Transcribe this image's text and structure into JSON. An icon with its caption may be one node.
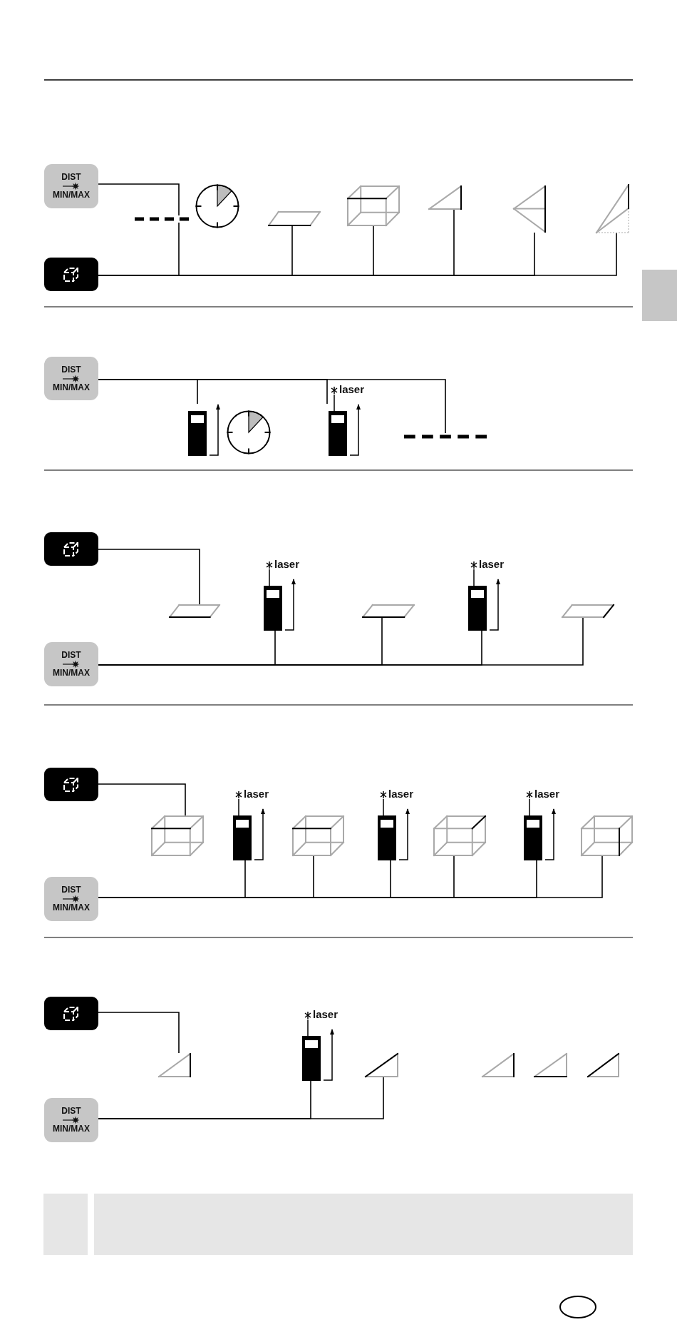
{
  "diagram": {
    "nodes": [
      {
        "text": [
          "DIST",
          "MIN/MAX"
        ]
      },
      {
        "text": [],
        "shape": "line"
      },
      {
        "text": [],
        "shape": "clock"
      },
      {
        "text": [],
        "shape": "parallelogram"
      },
      {
        "text": [],
        "shape": "cube"
      },
      {
        "text": [],
        "shape": "triangle"
      },
      {
        "text": [],
        "shape": "triangle"
      },
      {
        "text": [],
        "shape": "triangle"
      },
      {
        "text": [],
        "shape": "button"
      },
      {
        "text": [
          "DIST",
          "MIN/MAX"
        ]
      },
      {
        "text": [],
        "shape": "device"
      },
      {
        "text": [],
        "shape": "clock"
      },
      {
        "text": [],
        "shape": "device",
        "beside": [
          "laser"
        ]
      },
      {
        "text": [],
        "shape": "line"
      },
      {
        "text": [],
        "shape": "button"
      },
      {
        "text": [],
        "shape": "parallelogram"
      },
      {
        "text": [],
        "shape": "device",
        "beside": [
          "laser"
        ]
      },
      {
        "text": [],
        "shape": "parallelogram"
      },
      {
        "text": [],
        "shape": "device",
        "beside": [
          "laser"
        ]
      },
      {
        "text": [],
        "shape": "parallelogram"
      },
      {
        "text": [
          "DIST",
          "MIN/MAX"
        ]
      },
      {
        "text": [],
        "shape": "button"
      },
      {
        "text": [],
        "shape": "cube"
      },
      {
        "text": [],
        "shape": "device",
        "beside": [
          "laser"
        ]
      },
      {
        "text": [],
        "shape": "cube"
      },
      {
        "text": [],
        "shape": "device",
        "beside": [
          "laser"
        ]
      },
      {
        "text": [],
        "shape": "cube"
      },
      {
        "text": [],
        "shape": "device",
        "beside": [
          "laser"
        ]
      },
      {
        "text": [],
        "shape": "cube"
      },
      {
        "text": [
          "DIST",
          "MIN/MAX"
        ]
      },
      {
        "text": [],
        "shape": "button"
      },
      {
        "text": [],
        "shape": "triangle"
      },
      {
        "text": [],
        "shape": "device",
        "beside": [
          "laser"
        ]
      },
      {
        "text": [],
        "shape": "triangle"
      },
      {
        "text": [],
        "shape": "triangle"
      },
      {
        "text": [],
        "shape": "triangle"
      },
      {
        "text": [],
        "shape": "triangle"
      },
      {
        "text": [
          "DIST",
          "MIN/MAX"
        ]
      }
    ],
    "edges": [
      {
        "from": 0,
        "to": 1,
        "arrow": "none"
      },
      {
        "from": 8,
        "to": 1,
        "arrow": "none"
      },
      {
        "from": 8,
        "to": 3,
        "arrow": "none"
      },
      {
        "from": 8,
        "to": 4,
        "arrow": "none"
      },
      {
        "from": 8,
        "to": 5,
        "arrow": "none"
      },
      {
        "from": 8,
        "to": 6,
        "arrow": "none"
      },
      {
        "from": 8,
        "to": 7,
        "arrow": "none"
      },
      {
        "from": 9,
        "to": 10,
        "arrow": "none"
      },
      {
        "from": 9,
        "to": 12,
        "arrow": "none"
      },
      {
        "from": 9,
        "to": 13,
        "arrow": "none"
      },
      {
        "from": 14,
        "to": 15,
        "arrow": "none"
      },
      {
        "from": 20,
        "to": 16,
        "arrow": "none"
      },
      {
        "from": 20,
        "to": 17,
        "arrow": "none"
      },
      {
        "from": 20,
        "to": 18,
        "arrow": "none"
      },
      {
        "from": 20,
        "to": 19,
        "arrow": "none"
      },
      {
        "from": 21,
        "to": 22,
        "arrow": "none"
      },
      {
        "from": 29,
        "to": 23,
        "arrow": "none"
      },
      {
        "from": 29,
        "to": 24,
        "arrow": "none"
      },
      {
        "from": 29,
        "to": 25,
        "arrow": "none"
      },
      {
        "from": 29,
        "to": 26,
        "arrow": "none"
      },
      {
        "from": 29,
        "to": 27,
        "arrow": "none"
      },
      {
        "from": 29,
        "to": 28,
        "arrow": "none"
      },
      {
        "from": 30,
        "to": 31,
        "arrow": "none"
      },
      {
        "from": 37,
        "to": 32,
        "arrow": "none"
      },
      {
        "from": 37,
        "to": 33,
        "arrow": "none"
      }
    ]
  }
}
